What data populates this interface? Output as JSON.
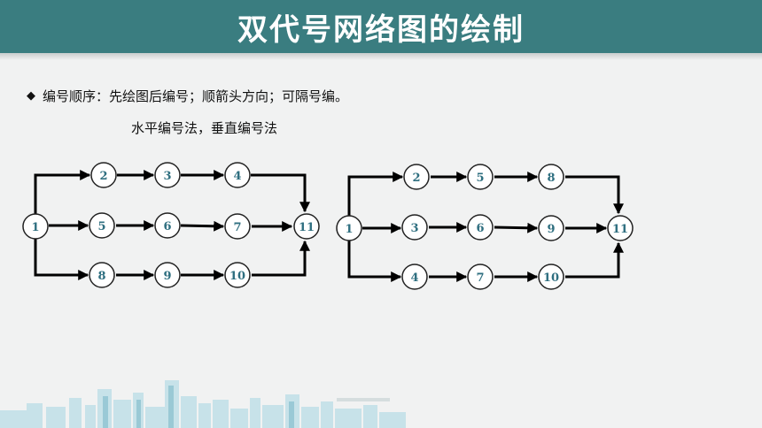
{
  "title": "双代号网络图的绘制",
  "bullet": {
    "icon": "diamond-bullet-icon",
    "text": "编号顺序：先绘图后编号；顺箭头方向；可隔号编。"
  },
  "methods_text": "水平编号法，垂直编号法",
  "diagram_left": {
    "nodes": [
      {
        "id": "L1",
        "label": "1"
      },
      {
        "id": "L2",
        "label": "2"
      },
      {
        "id": "L3",
        "label": "3"
      },
      {
        "id": "L4",
        "label": "4"
      },
      {
        "id": "L5",
        "label": "5"
      },
      {
        "id": "L6",
        "label": "6"
      },
      {
        "id": "L7",
        "label": "7"
      },
      {
        "id": "L8",
        "label": "8"
      },
      {
        "id": "L9",
        "label": "9"
      },
      {
        "id": "L10",
        "label": "10"
      },
      {
        "id": "L11",
        "label": "11"
      }
    ]
  },
  "diagram_right": {
    "nodes": [
      {
        "id": "R1",
        "label": "1"
      },
      {
        "id": "R2",
        "label": "2"
      },
      {
        "id": "R5",
        "label": "5"
      },
      {
        "id": "R8",
        "label": "8"
      },
      {
        "id": "R3",
        "label": "3"
      },
      {
        "id": "R6",
        "label": "6"
      },
      {
        "id": "R9",
        "label": "9"
      },
      {
        "id": "R4",
        "label": "4"
      },
      {
        "id": "R7",
        "label": "7"
      },
      {
        "id": "R10",
        "label": "10"
      },
      {
        "id": "R11",
        "label": "11"
      }
    ]
  },
  "colors": {
    "title_bar": "#3a7d80",
    "node_label": "#2f6f80",
    "background": "#f1f2f2"
  }
}
